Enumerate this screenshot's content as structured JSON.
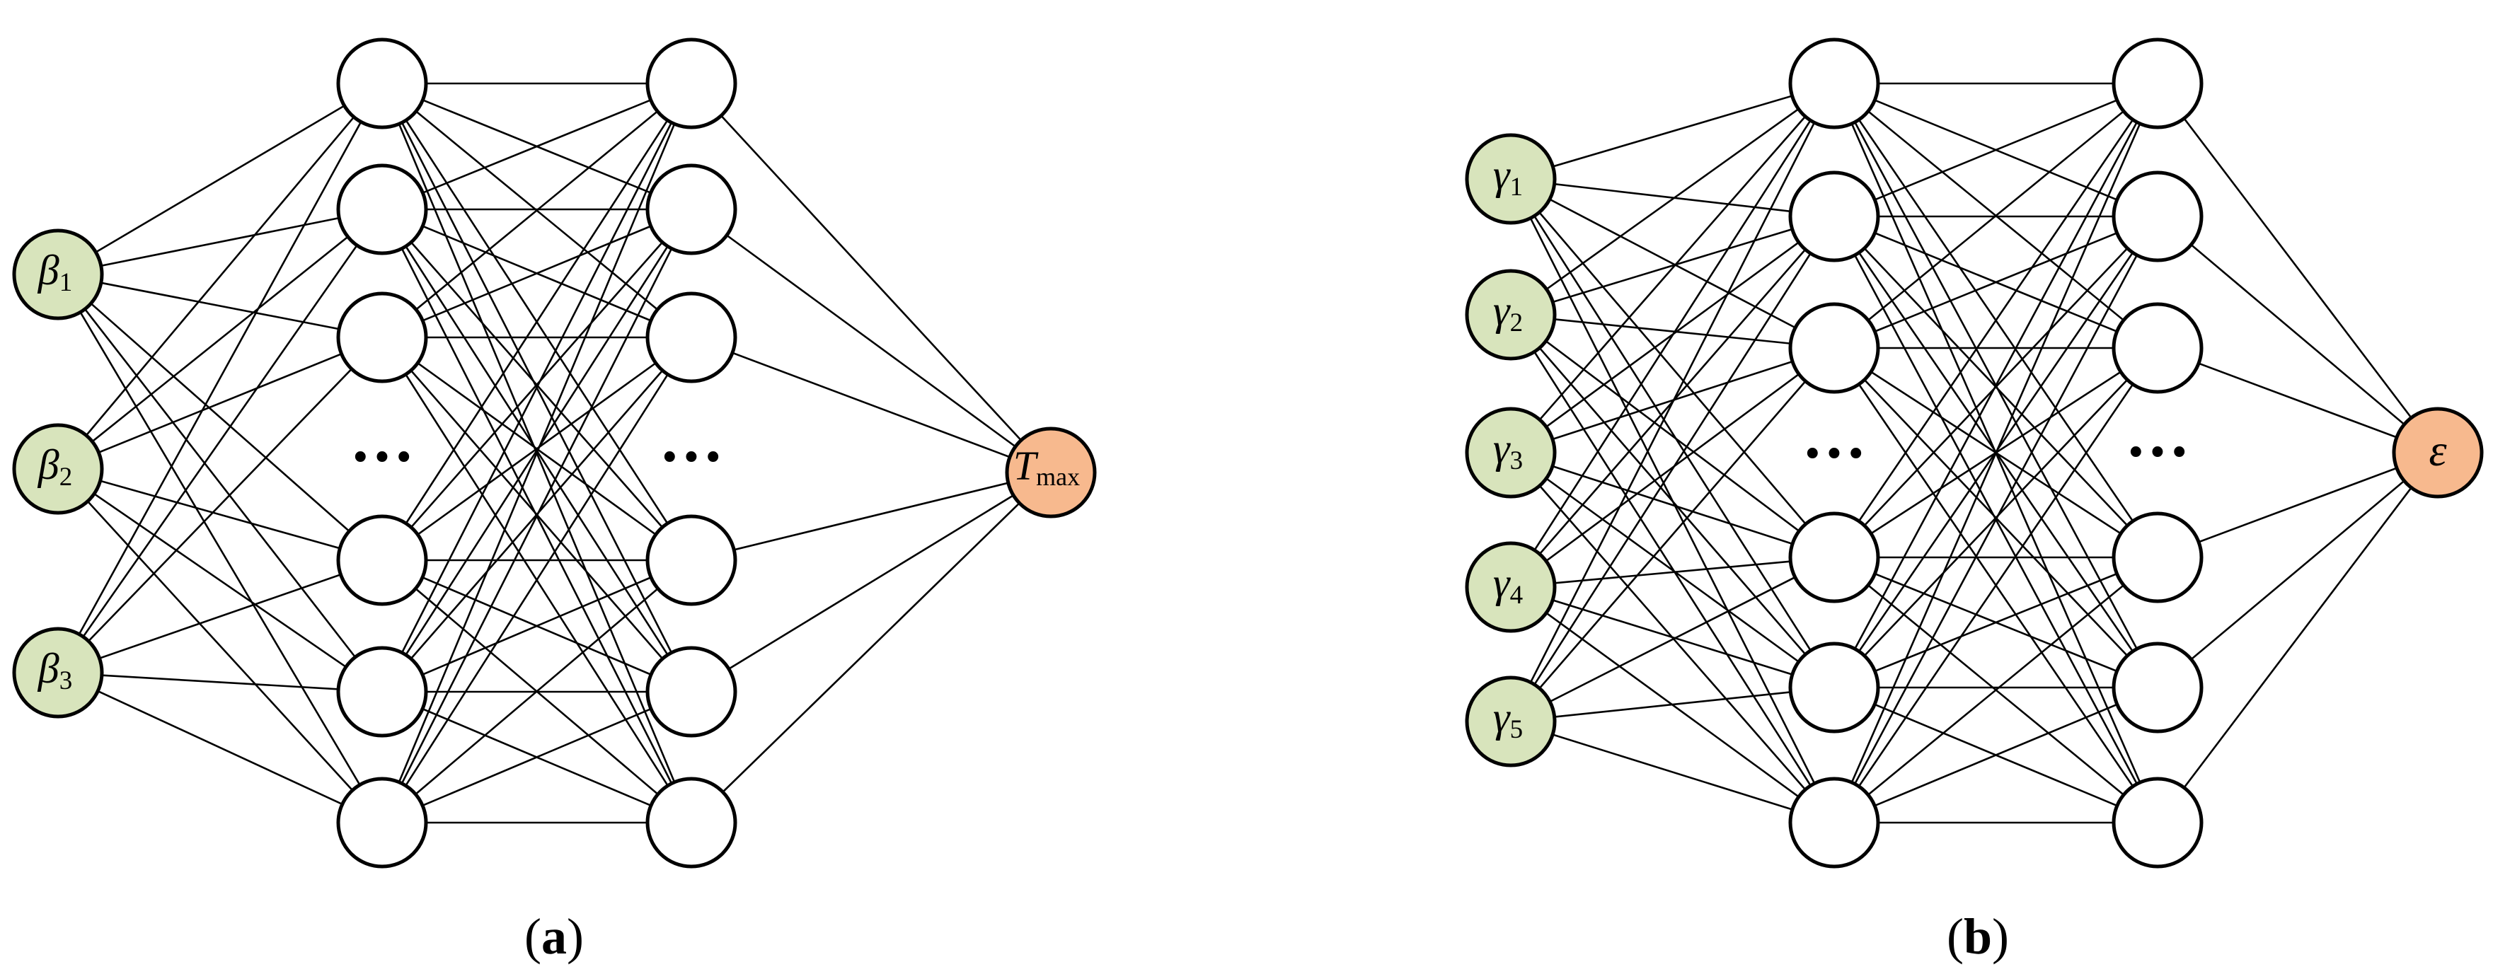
{
  "colors": {
    "input": "#d8e4bc",
    "output": "#f7b98e",
    "hidden": "#ffffff",
    "stroke": "#000000"
  },
  "panels": [
    {
      "id": "a",
      "caption_open": "(",
      "caption_letter": "a",
      "caption_close": ")",
      "inputs": [
        {
          "symbol": "β",
          "sub": "1"
        },
        {
          "symbol": "β",
          "sub": "2"
        },
        {
          "symbol": "β",
          "sub": "3"
        }
      ],
      "hidden_layers": 2,
      "hidden_nodes_per_layer": 6,
      "ellipsis": "···",
      "output": {
        "symbol": "T",
        "sub": "max"
      }
    },
    {
      "id": "b",
      "caption_open": "(",
      "caption_letter": "b",
      "caption_close": ")",
      "inputs": [
        {
          "symbol": "γ",
          "sub": "1"
        },
        {
          "symbol": "γ",
          "sub": "2"
        },
        {
          "symbol": "γ",
          "sub": "3"
        },
        {
          "symbol": "γ",
          "sub": "4"
        },
        {
          "symbol": "γ",
          "sub": "5"
        }
      ],
      "hidden_layers": 2,
      "hidden_nodes_per_layer": 6,
      "ellipsis": "···",
      "output": {
        "symbol": "ε",
        "sub": ""
      }
    }
  ]
}
